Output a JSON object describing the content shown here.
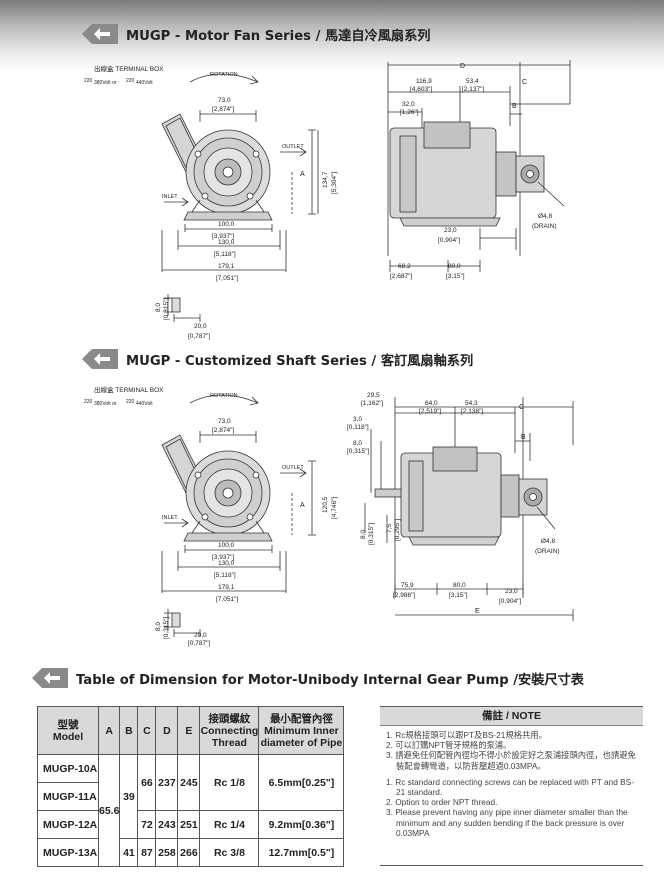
{
  "sections": [
    {
      "title": "MUGP - Motor Fan Series / 馬達自冷風扇系列"
    },
    {
      "title": "MUGP - Customized Shaft Series / 客訂風扇軸系列"
    },
    {
      "title": "Table of Dimension for Motor-Unibody Internal Gear Pump /安裝尺寸表"
    }
  ],
  "drawing1": {
    "terminal_box": "出線盒 TERMINAL BOX",
    "volt_220": "220",
    "volt_380": "380Volt  or",
    "volt_440": "440Volt",
    "volt_220b": "220",
    "rotation": "ROTATION",
    "d73": "73,0",
    "d73i": "[2,874\"]",
    "outlet": "OUTLET",
    "inlet": "INLET",
    "h134": "134,7",
    "h134i": "[5,304\"]",
    "a": "A",
    "d100": "100,0",
    "d100i": "[3,937\"]",
    "d130": "130,0",
    "d130i": "[5,118\"]",
    "d179": "179,1",
    "d179i": "[7,051\"]",
    "d8": "8,0",
    "d8i": "[0,315\"]",
    "d20": "20,0",
    "d20i": "[0,787\"]",
    "d_label": "D",
    "d116": "116,9",
    "d116i": "[4,603\"]",
    "d53": "53,4",
    "d53i": "[2,137\"]",
    "c": "C",
    "b": "B",
    "d32": "32,0",
    "d32i": "[1,26\"]",
    "drain": "Ø4,8",
    "draini": "(DRAIN)",
    "d23": "23,0",
    "d23i": "[0,904\"]",
    "d68": "68,2",
    "d68i": "[2,687\"]",
    "d80": "80,0",
    "d80i": "[3,15\"]"
  },
  "drawing2": {
    "terminal_box": "出線盒 TERMINAL BOX",
    "volt_220": "220",
    "volt_380": "380Volt  or",
    "volt_440": "440Volt",
    "volt_220b": "220",
    "rotation": "ROTATION",
    "d73": "73,0",
    "d73i": "[2,874\"]",
    "outlet": "OUTLET",
    "inlet": "INLET",
    "h120": "120,5",
    "h120i": "[4,746\"]",
    "a": "A",
    "d100": "100,0",
    "d100i": "[3,937\"]",
    "d130": "130,0",
    "d130i": "[5,118\"]",
    "d179": "179,1",
    "d179i": "[7,051\"]",
    "d8": "8,0",
    "d8i": "[0,315\"]",
    "d20": "20,0",
    "d20i": "[0,787\"]",
    "d295": "29,5",
    "d295i": "[1,162\"]",
    "d3": "3,0",
    "d3i": "[0,118\"]",
    "d8b": "8,0",
    "d8bi": "[0,315\"]",
    "d64": "64,0",
    "d64i": "[2,519\"]",
    "d543": "54,3",
    "d543i": "[2,138\"]",
    "c": "C",
    "b": "B",
    "d75": "7,5",
    "d75i": "[0,295\"]",
    "d8c": "8,0",
    "d8ci": "[0,315\"]",
    "drain": "Ø4,8",
    "draini": "(DRAIN)",
    "d759": "75,9",
    "d759i": "[2,986\"]",
    "d80": "80,0",
    "d80i": "[3,15\"]",
    "d23": "23,0",
    "d23i": "[0,904\"]",
    "e": "E"
  },
  "table": {
    "headers": {
      "model_zh": "型號",
      "model_en": "Model",
      "a": "A",
      "b": "B",
      "c": "C",
      "d": "D",
      "e": "E",
      "thread_zh": "接頭螺紋",
      "thread_en1": "Connecting",
      "thread_en2": "Thread",
      "pipe_zh": "最小配管內徑",
      "pipe_en1": "Minimum Inner",
      "pipe_en2": "diameter of Pipe"
    },
    "models": [
      "MUGP-10A",
      "MUGP-11A",
      "MUGP-12A",
      "MUGP-13A"
    ],
    "a_value": "65.6",
    "b_top": "39",
    "b_bottom": "41",
    "group1": {
      "c": "66",
      "d": "237",
      "e": "245",
      "thread": "Rc 1/8",
      "pipe": "6.5mm[0.25\"]"
    },
    "group2": {
      "c": "72",
      "d": "243",
      "e": "251",
      "thread": "Rc 1/4",
      "pipe": "9.2mm[0.36\"]"
    },
    "group3": {
      "c": "87",
      "d": "258",
      "e": "266",
      "thread": "Rc 3/8",
      "pipe": "12.7mm[0.5\"]"
    }
  },
  "note": {
    "header": "備註 / NOTE",
    "zh": [
      "1. Rc規格接頭可以跟PT及BS-21規格共用。",
      "2. 可以訂購NPT管牙規格的泵浦。",
      "3. 請避免任何配管內徑均不得小於設定好之泵浦接頭內徑，也請避免裝配會轉彎道，以防背壓超過0.03MPA。"
    ],
    "en": [
      "1. Rc standard connecting screws can be replaced with PT and BS-21 standard.",
      "2. Option to order NPT thread.",
      "3. Please prevent having any pipe inner diameter smaller than the minimum and any sudden bending if the back pressure is over 0.03MPA"
    ]
  }
}
